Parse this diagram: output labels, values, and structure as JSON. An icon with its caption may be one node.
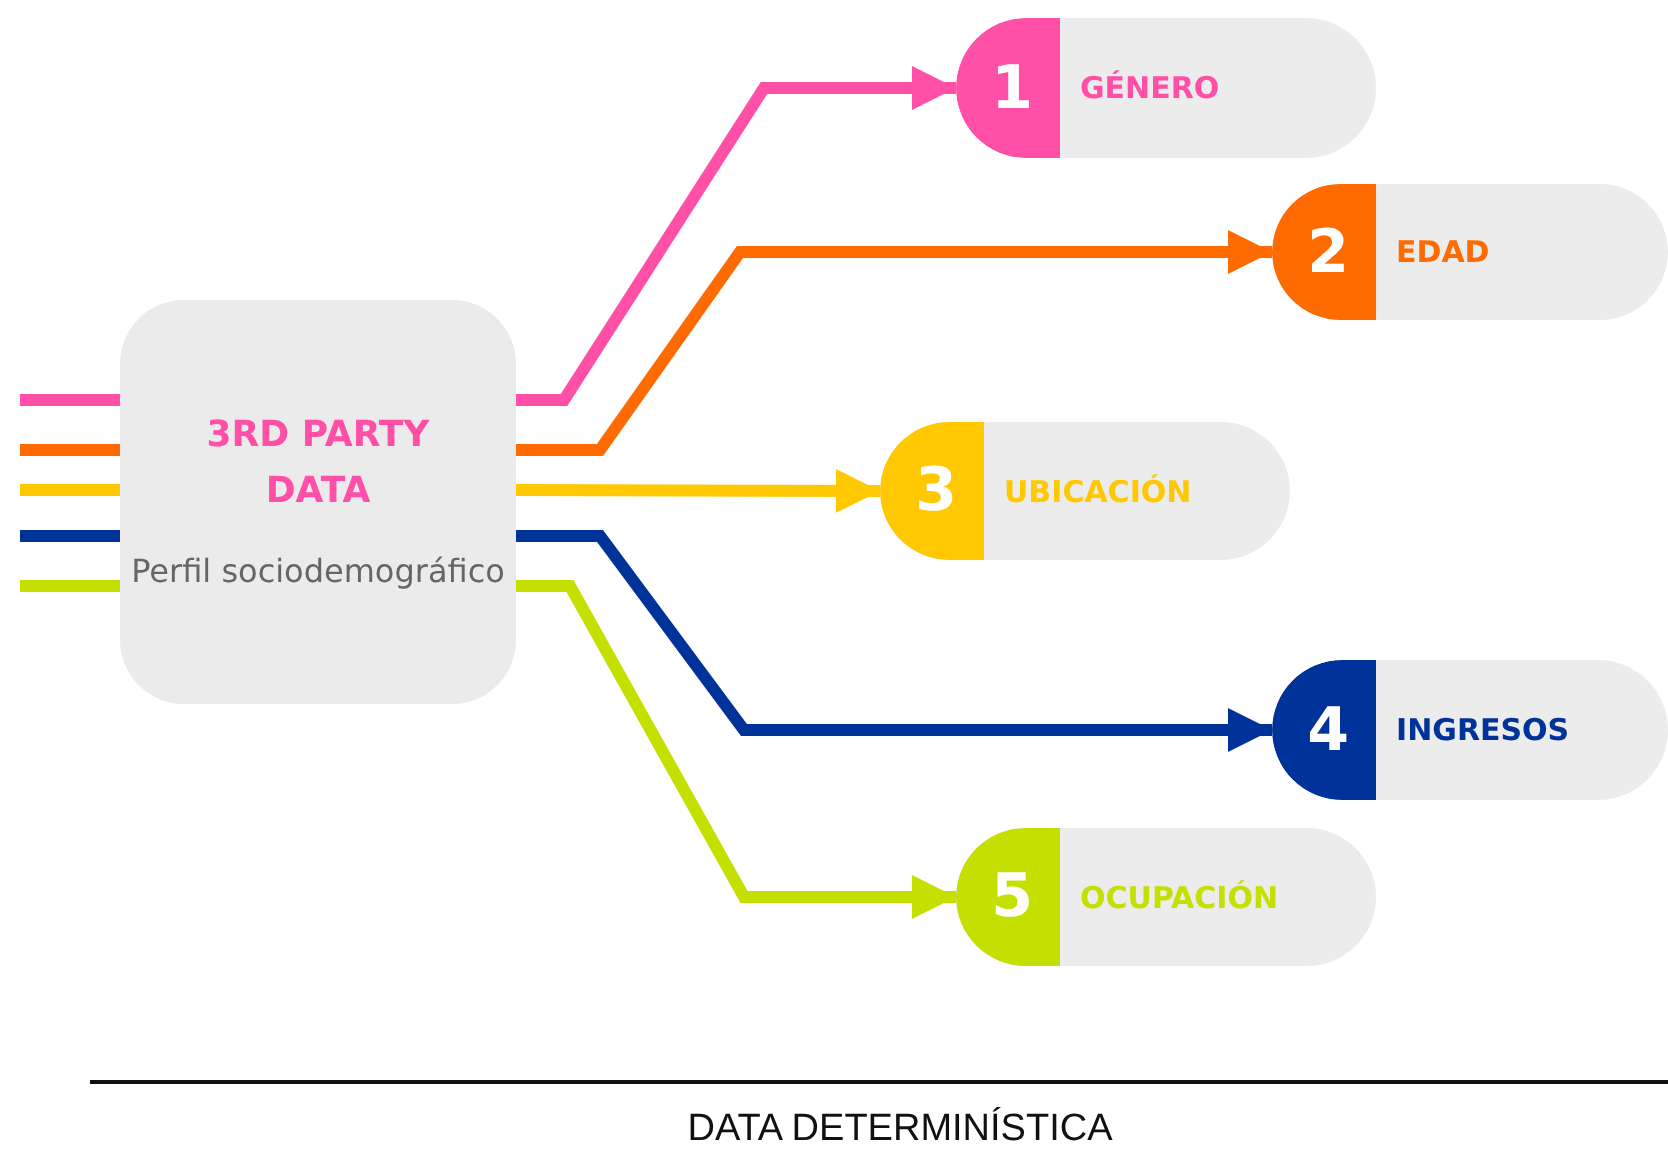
{
  "diagram": {
    "nodes": [
      {
        "text": [
          "3RD PARTY DATA",
          "Perfil sociodemográfico"
        ]
      },
      {
        "text": [
          "1",
          "GÉNERO"
        ]
      },
      {
        "text": [
          "2",
          "EDAD"
        ]
      },
      {
        "text": [
          "3",
          "UBICACIÓN"
        ]
      },
      {
        "text": [
          "4",
          "INGRESOS"
        ]
      },
      {
        "text": [
          "5",
          "OCUPACIÓN"
        ]
      }
    ],
    "edges": [
      {
        "from": 0,
        "to": 1,
        "arrow": "to",
        "color": "#ff4fa6"
      },
      {
        "from": 0,
        "to": 2,
        "arrow": "to",
        "color": "#ff6b00"
      },
      {
        "from": 0,
        "to": 3,
        "arrow": "to",
        "color": "#ffc800"
      },
      {
        "from": 0,
        "to": 4,
        "arrow": "to",
        "color": "#003399"
      },
      {
        "from": 0,
        "to": 5,
        "arrow": "to",
        "color": "#c5e000"
      },
      {
        "from": null,
        "to": 0,
        "arrow": "none",
        "color": "#ff4fa6"
      },
      {
        "from": null,
        "to": 0,
        "arrow": "none",
        "color": "#ff6b00"
      },
      {
        "from": null,
        "to": 0,
        "arrow": "none",
        "color": "#ffc800"
      },
      {
        "from": null,
        "to": 0,
        "arrow": "none",
        "color": "#003399"
      },
      {
        "from": null,
        "to": 0,
        "arrow": "none",
        "color": "#c5e000"
      }
    ],
    "labels": [
      "DATA DETERMINÍSTICA"
    ]
  }
}
